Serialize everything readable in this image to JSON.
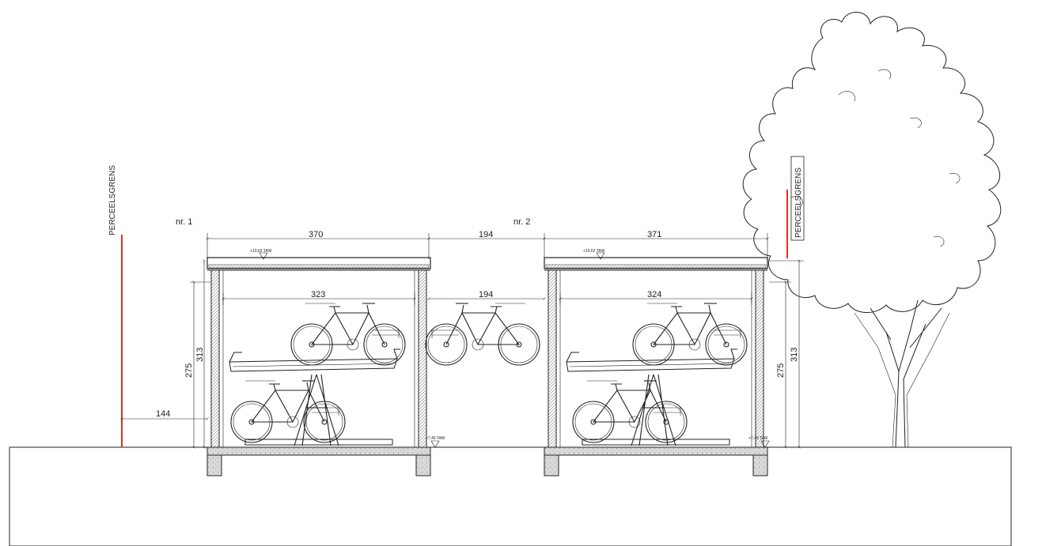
{
  "colors": {
    "boundary_line": "#e0301e",
    "ink": "#222222",
    "concrete": "#d6d6d6",
    "background": "#ffffff"
  },
  "labels": {
    "boundary_left": "PERCEELSGRENS",
    "boundary_right": "PERCEELSGRENS",
    "shed1": "nr. 1",
    "shed2": "nr. 2"
  },
  "dimensions": {
    "shed1_width": "370",
    "gap_top": "194",
    "shed2_width": "371",
    "shed1_inner": "323",
    "gap_inner": "194",
    "shed2_inner": "324",
    "boundary_offset": "144",
    "shed1_height_inner": "275",
    "shed1_height_outer": "313",
    "shed2_height_inner": "275",
    "shed2_height_outer": "313"
  },
  "levels": {
    "shed1_top": "+10,62 TAW",
    "shed2_top": "+10,62 TAW",
    "shed1_floor": "+7,49 TAW",
    "shed2_floor": "+7,49 TAW"
  }
}
